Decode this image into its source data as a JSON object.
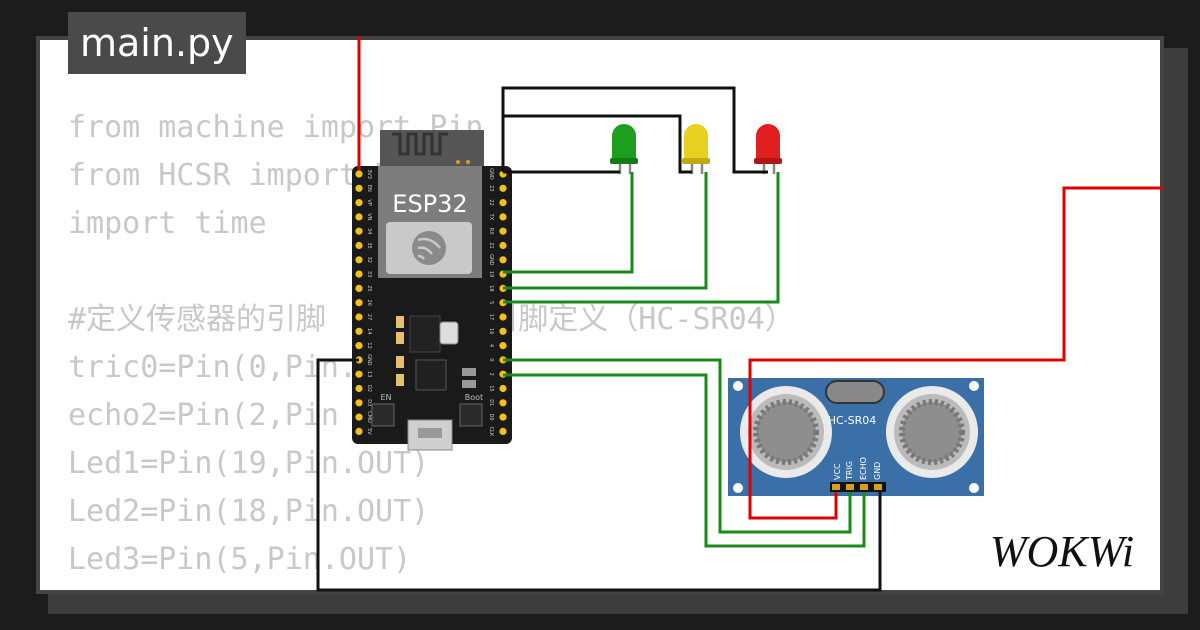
{
  "editor": {
    "file_tab": "main.py",
    "code_lines": [
      "from machine import Pin",
      "from HCSR import HCSR",
      "import time",
      "",
      "#定义传感器的引脚    给出的引脚定义（HC-SR04）",
      "tric0=Pin(0,Pin.",
      "echo2=Pin(2,Pin",
      "Led1=Pin(19,Pin.OUT)",
      "Led2=Pin(18,Pin.OUT)",
      "Led3=Pin(5,Pin.OUT)"
    ]
  },
  "esp32": {
    "label": "ESP32",
    "left_pins": [
      "3V3",
      "EN",
      "VP",
      "VN",
      "34",
      "35",
      "32",
      "33",
      "25",
      "26",
      "27",
      "14",
      "12",
      "GND",
      "13",
      "D2",
      "D3",
      "CMD",
      "5V"
    ],
    "right_pins": [
      "GND",
      "23",
      "22",
      "TX",
      "RX",
      "21",
      "GND",
      "19",
      "18",
      "5",
      "17",
      "16",
      "4",
      "0",
      "2",
      "15",
      "D1",
      "D0",
      "CLK"
    ],
    "en_label": "EN",
    "boot_label": "Boot"
  },
  "leds": [
    {
      "name": "green-led",
      "color": "#1e9e1e"
    },
    {
      "name": "yellow-led",
      "color": "#e8d020"
    },
    {
      "name": "red-led",
      "color": "#e02020"
    }
  ],
  "sensor": {
    "label": "HC-SR04",
    "pins": [
      "VCC",
      "TRIG",
      "ECHO",
      "GND"
    ]
  },
  "wire_colors": {
    "power": "#e00000",
    "ground": "#000000",
    "signal": "#1a8a1a"
  },
  "brand": {
    "logo_text": "WOKWi"
  }
}
